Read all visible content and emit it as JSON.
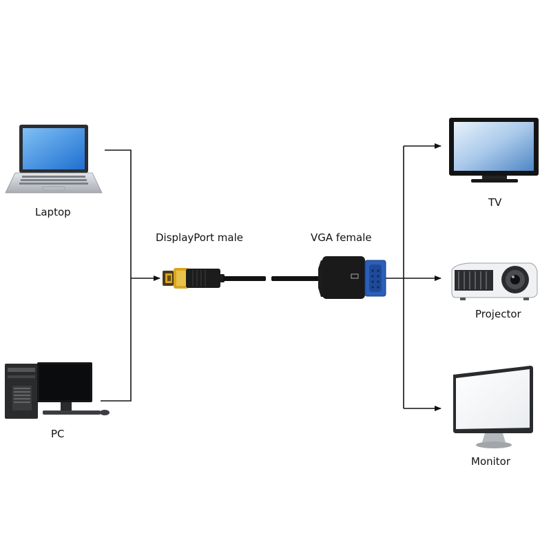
{
  "sources": [
    {
      "id": "laptop",
      "label": "Laptop",
      "icon": "laptop-icon"
    },
    {
      "id": "pc",
      "label": "PC",
      "icon": "desktop-pc-icon"
    }
  ],
  "adapter": {
    "input_label": "DisplayPort male",
    "input_icon": "displayport-male-connector-icon",
    "output_label": "VGA female",
    "output_icon": "vga-female-connector-icon"
  },
  "outputs": [
    {
      "id": "tv",
      "label": "TV",
      "icon": "tv-icon"
    },
    {
      "id": "projector",
      "label": "Projector",
      "icon": "projector-icon"
    },
    {
      "id": "monitor",
      "label": "Monitor",
      "icon": "monitor-icon"
    }
  ],
  "colors": {
    "line": "#111111",
    "screen_blue": "#3f8fe0",
    "connector_gold": "#d9a520",
    "device_dark": "#1c1c1c",
    "device_silver": "#c9ccd0",
    "vga_blue": "#2b5fb8"
  }
}
